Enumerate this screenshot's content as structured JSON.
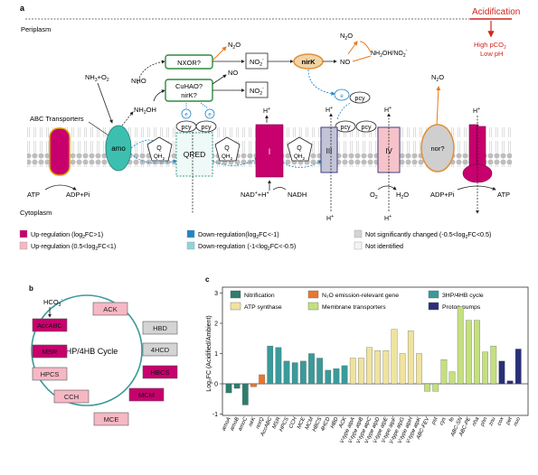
{
  "panel_a": {
    "label": "a",
    "periplasm": "Periplasm",
    "cytoplasm": "Cytoplasm",
    "acidification": "Acidification",
    "high_pco2": "High pCO",
    "co2_sub": "2",
    "low_ph": "Low pH",
    "abc_transporters": "ABC Transporters",
    "atp_left": "ATP",
    "adp_pi_left": "ADP+Pi",
    "adp_pi_right": "ADP+Pi",
    "atp_right": "ATP",
    "nh3_o2": "NH",
    "nh3_o2_rest": "+O",
    "nho": "NHO",
    "nh2oh": "NH",
    "nh2oh_rest": "OH",
    "nxor": "NXOR?",
    "cuhao": "CuHAO?",
    "nirk_q": "nirK?",
    "nirk": "nirK",
    "nor": "nor?",
    "amo": "amo",
    "qred": "QRED",
    "complex_i": "I",
    "complex_iii": "III",
    "complex_iv": "IV",
    "n2o": "N",
    "n2o_sub": "2",
    "n2o_o": "O",
    "no": "NO",
    "no2": "NO",
    "no2_sub": "2",
    "no2_sup": "-",
    "nh2oh_no2": "NH",
    "nh2oh_no2_rest": "OH/NO",
    "pcy": "pcy",
    "e": "e",
    "q": "Q",
    "qh2": "QH",
    "h": "H",
    "plus": "+",
    "nad": "NAD",
    "nadh": "NADH",
    "o2": "O",
    "h2o": "H",
    "h2o_o": "O",
    "colors": {
      "up_strong": "#c8006e",
      "up_weak": "#f5b8c4",
      "down_strong": "#1e86c8",
      "down_weak": "#8fd4dc",
      "not_sig": "#d4d4d4",
      "not_id": "#f4f4f4",
      "amo": "#3dbfb0",
      "nirk": "#e0913a",
      "nor": "#cfcfcf",
      "complex_iii": "#c4c4d8",
      "complex_iv": "#f6c3c9",
      "accent_orange": "#e87a1c",
      "accent_red": "#d0261e"
    }
  },
  "legend_a": [
    {
      "text": "Up-regulation (log",
      "sub": "2",
      "rest": "FC>1)",
      "color": "#c8006e"
    },
    {
      "text": "Down-regulation(log",
      "sub": "2",
      "rest": "FC<-1)",
      "color": "#1e86c8"
    },
    {
      "text": "Not significantly changed (-0.5<log",
      "sub": "2",
      "rest": "FC<0.5)",
      "color": "#d4d4d4"
    },
    {
      "text": "Up-regulation (0.5<log",
      "sub": "2",
      "rest": "FC<1)",
      "color": "#f5b8c4"
    },
    {
      "text": "Down-regulation (-1<log",
      "sub": "2",
      "rest": "FC<-0.5)",
      "color": "#8fd4dc"
    },
    {
      "text": "Not identified",
      "sub": "",
      "rest": "",
      "color": "#f4f4f4"
    }
  ],
  "panel_b": {
    "label": "b",
    "center": "3HP/4HB Cycle",
    "hco3": "HCO",
    "hco3_sub": "3",
    "hco3_sup": "-",
    "enzymes": [
      {
        "name": "ACK",
        "color": "#f5b8c4"
      },
      {
        "name": "HBD",
        "color": "#d4d4d4"
      },
      {
        "name": "4HCD",
        "color": "#d4d4d4"
      },
      {
        "name": "HBCS",
        "color": "#c8006e"
      },
      {
        "name": "MCM",
        "color": "#c8006e"
      },
      {
        "name": "MCE",
        "color": "#f5b8c4"
      },
      {
        "name": "CCH",
        "color": "#f5b8c4"
      },
      {
        "name": "HPCS",
        "color": "#f5b8c4"
      },
      {
        "name": "MSR",
        "color": "#c8006e"
      },
      {
        "name": "AccABC",
        "color": "#c8006e"
      }
    ]
  },
  "chart_data": {
    "type": "bar",
    "label": "c",
    "ylabel": "Log₂FC (Acidified/Ambient)",
    "ylim": [
      -1,
      3
    ],
    "yticks": [
      -1,
      0,
      1,
      2,
      3
    ],
    "categories": [
      "amoA",
      "amoB",
      "amoC",
      "nirK",
      "norQ",
      "AccABC",
      "MSR",
      "HPCS",
      "CCH",
      "MCE",
      "MCM",
      "HBCS",
      "4HCD",
      "HBD",
      "ACK",
      "V-type atpA",
      "V-type atpB",
      "V-type atpC",
      "V-type atpD",
      "V-type atpE",
      "V-type atpF",
      "V-type atpG",
      "V-type atpH",
      "V-type atpK",
      "ABC-FEV",
      "pst",
      "cys",
      "fe",
      "ABC-SN",
      "ABC-PE",
      "nha",
      "phn",
      "znu",
      "cox",
      "pet",
      "nuo"
    ],
    "values": [
      -0.3,
      -0.15,
      -0.7,
      -0.1,
      0.3,
      1.25,
      1.2,
      0.75,
      0.7,
      0.75,
      1.0,
      0.85,
      0.45,
      0.5,
      0.6,
      0.85,
      0.85,
      1.2,
      1.1,
      1.1,
      1.8,
      1.0,
      1.75,
      1.0,
      -0.25,
      -0.25,
      0.8,
      0.4,
      2.55,
      2.1,
      2.1,
      1.05,
      1.25,
      0.75,
      0.1,
      1.15
    ],
    "groups": [
      0,
      0,
      0,
      1,
      1,
      2,
      2,
      2,
      2,
      2,
      2,
      2,
      2,
      2,
      2,
      3,
      3,
      3,
      3,
      3,
      3,
      3,
      3,
      3,
      4,
      4,
      4,
      4,
      4,
      4,
      4,
      4,
      4,
      5,
      5,
      5
    ],
    "legend": [
      {
        "name": "Nitrification",
        "color": "#2e7d6e"
      },
      {
        "name": "N₂O emission-relevant gene",
        "color": "#e8772e"
      },
      {
        "name": "3HP/4HB cycle",
        "color": "#3a9a9a"
      },
      {
        "name": "ATP synthase",
        "color": "#efe3a0"
      },
      {
        "name": "Membrane transporters",
        "color": "#c4e07e"
      },
      {
        "name": "Proton pumps",
        "color": "#2a2f78"
      }
    ]
  }
}
